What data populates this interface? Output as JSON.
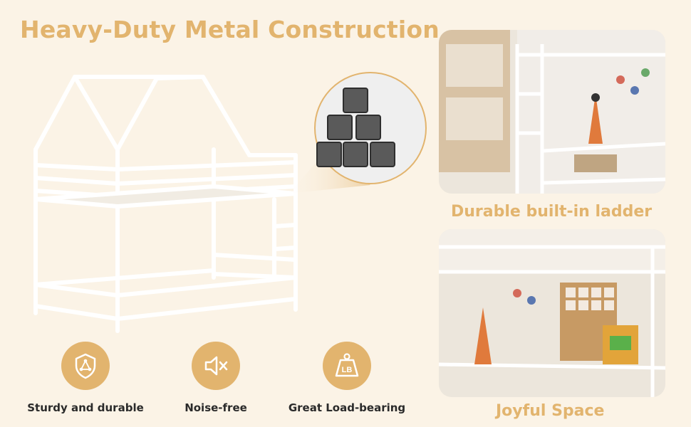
{
  "headline": "Heavy-Duty Metal Construction",
  "photos": {
    "top_caption": "Durable built-in ladder",
    "bottom_caption": "Joyful Space"
  },
  "features": [
    {
      "icon": "shield-icon",
      "label": "Sturdy and durable"
    },
    {
      "icon": "mute-speaker-icon",
      "label": "Noise-free"
    },
    {
      "icon": "weight-lb-icon",
      "label": "Great Load-bearing"
    }
  ],
  "weight_badge": "LB",
  "colors": {
    "accent": "#e2b46e",
    "background": "#fbf3e6",
    "frame": "#ffffff",
    "tube": "#5a5a5a"
  }
}
